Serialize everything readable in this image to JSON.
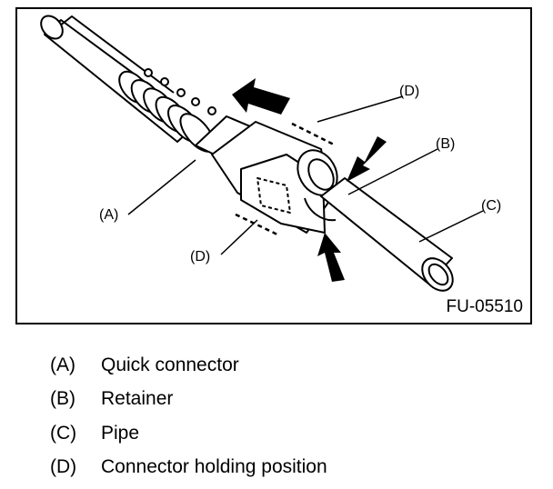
{
  "figure": {
    "code": "FU-05510",
    "callouts": {
      "a": "(A)",
      "b": "(B)",
      "c": "(C)",
      "d_top": "(D)",
      "d_bottom": "(D)"
    }
  },
  "legend": [
    {
      "key": "(A)",
      "text": "Quick connector"
    },
    {
      "key": "(B)",
      "text": "Retainer"
    },
    {
      "key": "(C)",
      "text": "Pipe"
    },
    {
      "key": "(D)",
      "text": "Connector holding position"
    }
  ]
}
